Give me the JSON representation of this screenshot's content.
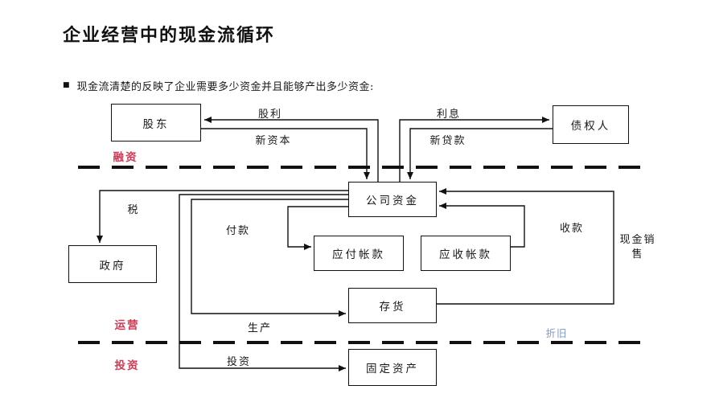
{
  "title": "企业经营中的现金流循环",
  "bullet": {
    "marker": "■",
    "text": "现金流清楚的反映了企业需要多少资金并且能够产出多少资金:"
  },
  "boxes": {
    "shareholders": "股东",
    "creditors": "债权人",
    "company_funds": "公司资金",
    "government": "政府",
    "accounts_payable": "应付帐款",
    "accounts_receivable": "应收帐款",
    "inventory": "存货",
    "fixed_assets": "固定资产"
  },
  "flow_labels": {
    "dividend": "股利",
    "new_capital": "新资本",
    "interest": "利息",
    "new_loan": "新贷款",
    "tax": "税",
    "payment": "付款",
    "collection": "收款",
    "cash_sales": "现金销售",
    "production": "生产",
    "investment": "投资",
    "depreciation": "折旧"
  },
  "sections": {
    "financing": "融资",
    "operations": "运营",
    "investing": "投资"
  },
  "colors": {
    "line": "#111111",
    "section_label": "#d03a55",
    "depreciation_label": "#7f9ac8",
    "background": "#ffffff"
  }
}
